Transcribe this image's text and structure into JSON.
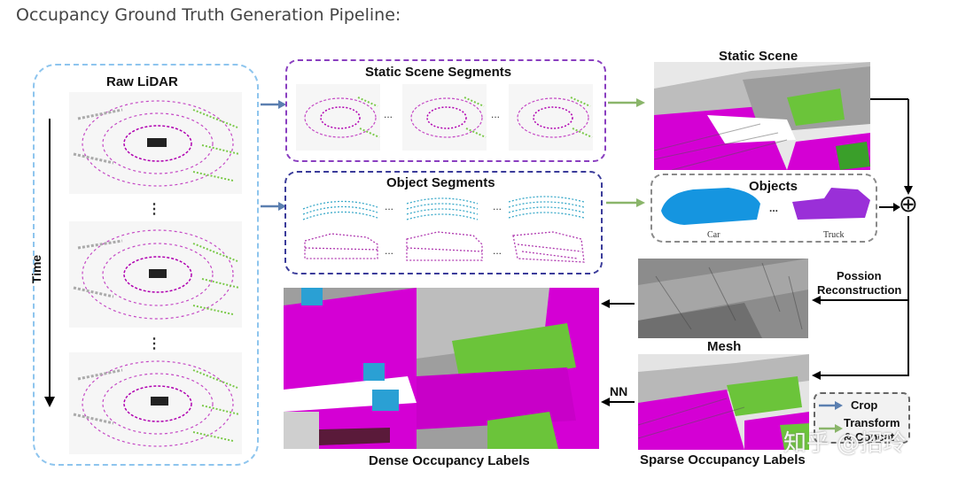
{
  "title": "Occupancy Ground Truth Generation Pipeline:",
  "raw_lidar": {
    "label": "Raw LiDAR",
    "time_label": "Time",
    "ellipsis": "⋮"
  },
  "static_segments": {
    "label": "Static Scene Segments",
    "ellipsis": "..."
  },
  "object_segments": {
    "label": "Object Segments",
    "ellipsis": "..."
  },
  "static_scene": {
    "label": "Static Scene"
  },
  "objects": {
    "label": "Objects",
    "car_label": "Car",
    "truck_label": "Truck",
    "ellipsis": "..."
  },
  "operator": "⊕",
  "possion": {
    "line1": "Possion",
    "line2": "Reconstruction"
  },
  "mesh": {
    "label": "Mesh"
  },
  "nn": {
    "label": "NN"
  },
  "dense": {
    "label": "Dense Occupancy Labels"
  },
  "sparse": {
    "label": "Sparse Occupancy Labels"
  },
  "legend": {
    "crop": "Crop",
    "transform": "Transform",
    "concat": "& Concat"
  },
  "watermark": "知乎 @招玲",
  "colors": {
    "light_blue_border": "#8ec5ee",
    "purple_border": "#8a3fc0",
    "navy_border": "#3b3c9a",
    "gray_border": "#8a8a8a",
    "blue_arrow": "#5b7fb0",
    "green_arrow": "#8ab56a",
    "magenta": "#d800d8",
    "green": "#7bc94a",
    "cyan": "#3aa9c9",
    "car_blue": "#1595e0",
    "truck_purple": "#9a2fd8"
  }
}
